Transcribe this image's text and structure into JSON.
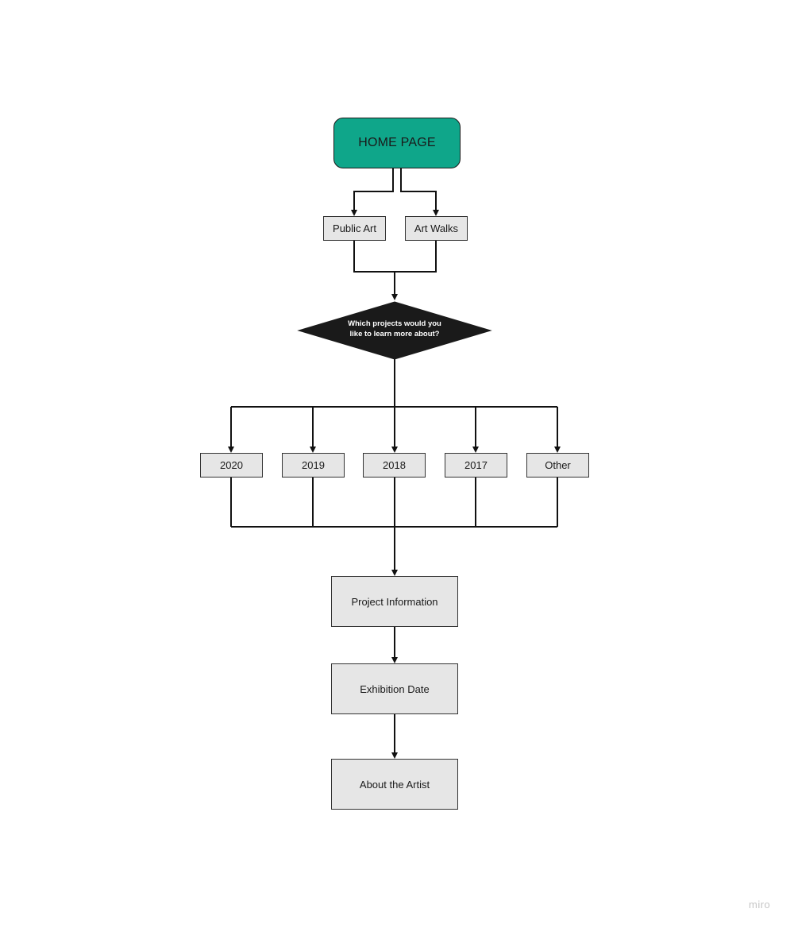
{
  "nodes": {
    "home": "HOME PAGE",
    "public_art": "Public Art",
    "art_walks": "Art Walks",
    "decision_line1": "Which projects would you",
    "decision_line2": "like to learn more about?",
    "years": [
      "2020",
      "2019",
      "2018",
      "2017",
      "Other"
    ],
    "project_information": "Project Information",
    "exhibition_date": "Exhibition Date",
    "about_the_artist": "About the Artist"
  },
  "colors": {
    "home_fill": "#0fa68a",
    "box_fill": "#e6e6e6",
    "decision_fill": "#1a1a1a",
    "line": "#111111"
  },
  "watermark": "miro"
}
